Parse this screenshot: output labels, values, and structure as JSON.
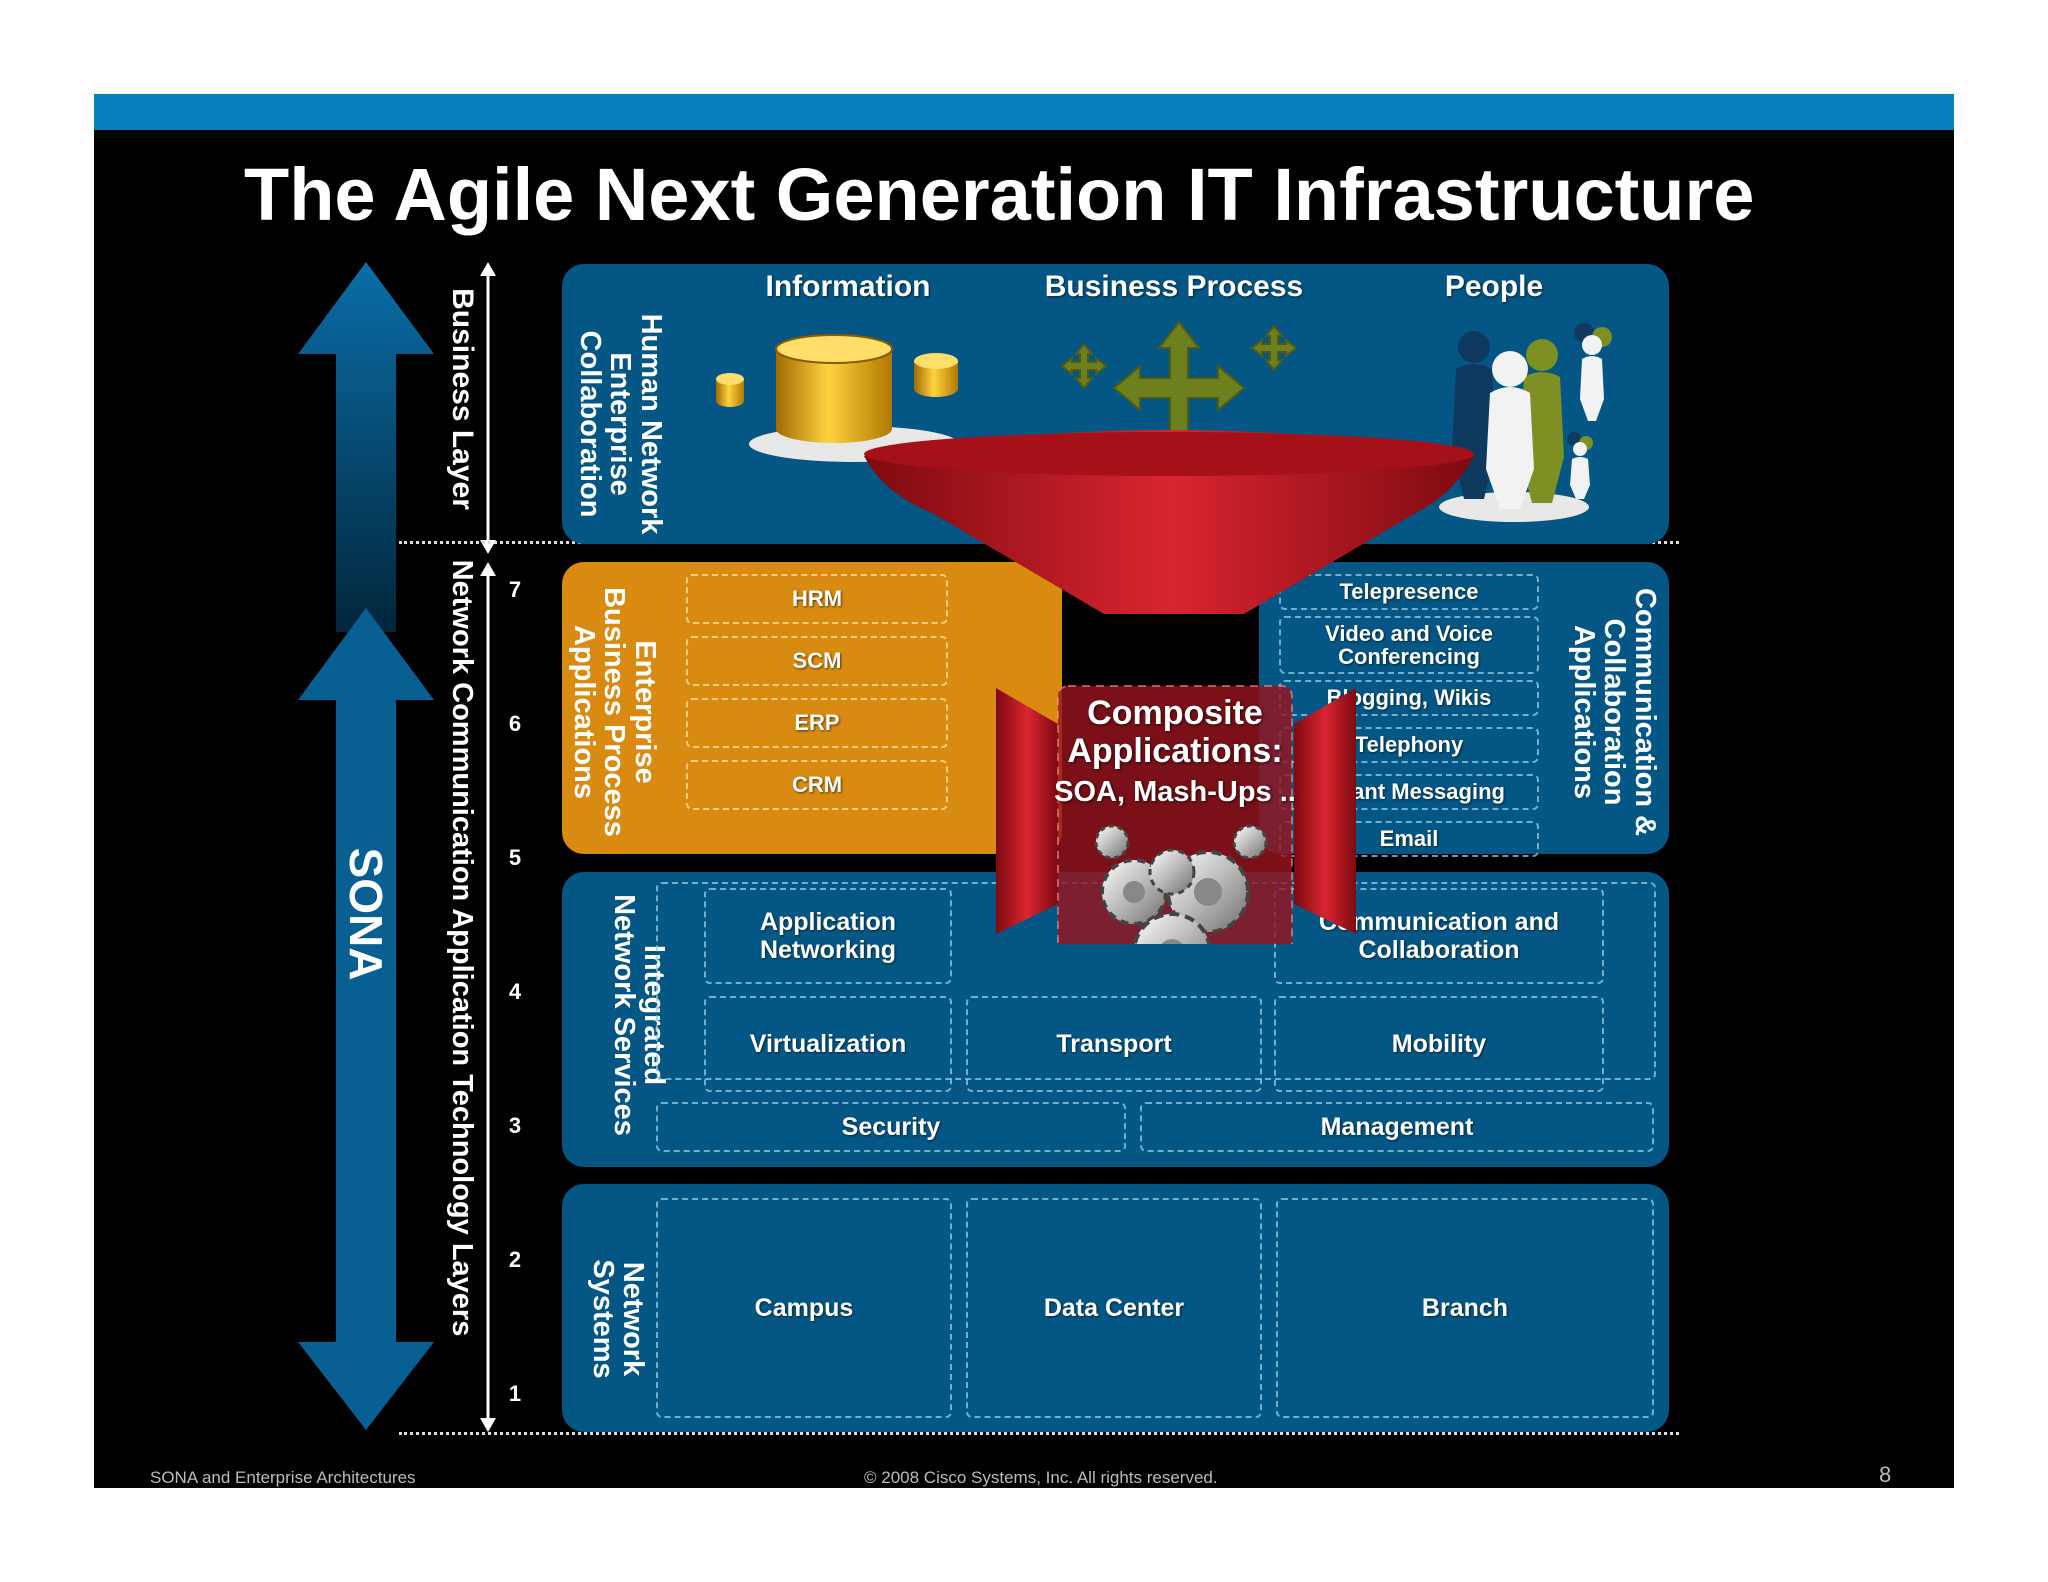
{
  "title": "The Agile Next Generation IT Infrastructure",
  "sona_label": "SONA",
  "business_layer_label": "Business Layer",
  "network_layers_label": "Network Communication Application Technology Layers",
  "layer_numbers": [
    "7",
    "6",
    "5",
    "4",
    "3",
    "2",
    "1"
  ],
  "collaboration": {
    "side_label": "Human Network\nEnterprise\nCollaboration",
    "headers": [
      "Information",
      "Business Process",
      "People"
    ]
  },
  "business_apps": {
    "side_label": "Enterprise\nBusiness Process\nApplications",
    "items": [
      "HRM",
      "SCM",
      "ERP",
      "CRM"
    ]
  },
  "comm_apps": {
    "side_label": "Communication &\nCollaboration\nApplications",
    "items": [
      "Telepresence",
      "Video and Voice\nConferencing",
      "Blogging, Wikis",
      "Telephony",
      "Instant Messaging",
      "Email"
    ]
  },
  "composite": {
    "title": "Composite\nApplications:",
    "subtitle": "SOA, Mash-Ups .."
  },
  "services": {
    "side_label": "Integrated\nNetwork Services",
    "items": [
      "Application\nNetworking",
      "Communication and\nCollaboration",
      "Virtualization",
      "Transport",
      "Mobility",
      "Security",
      "Management"
    ]
  },
  "systems": {
    "side_label": "Network\nSystems",
    "items": [
      "Campus",
      "Data Center",
      "Branch"
    ]
  },
  "footer": {
    "left": "SONA and Enterprise Architectures",
    "center": "© 2008 Cisco Systems, Inc. All rights reserved.",
    "page": "8"
  },
  "colors": {
    "accent_bar": "#0a7fbf",
    "panel_blue": "#045785",
    "panel_orange": "#d98a10",
    "funnel_red": "#b3141c"
  }
}
